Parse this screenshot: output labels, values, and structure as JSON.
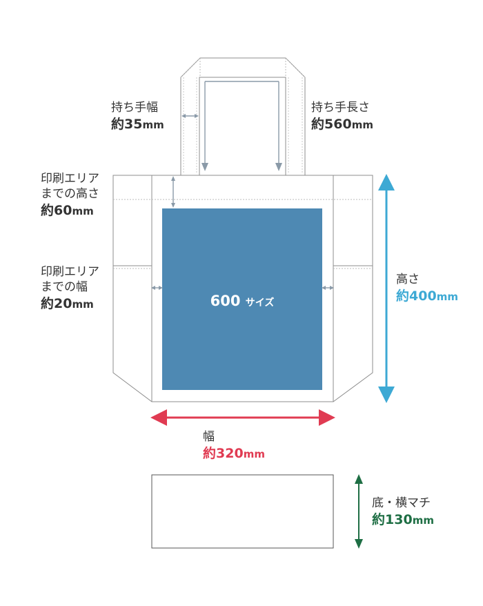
{
  "colors": {
    "outline": "#7f7f7f",
    "print_area": "#4e89b3",
    "height_arrow": "#3da9d4",
    "width_arrow": "#e03b52",
    "gusset_arrow": "#1e6e44",
    "dim_arrow": "#8a9aa8"
  },
  "labels": {
    "handle_width": {
      "title": "持ち手幅",
      "prefix": "約",
      "value": "35",
      "unit": "mm"
    },
    "handle_length": {
      "title": "持ち手長さ",
      "prefix": "約",
      "value": "560",
      "unit": "mm"
    },
    "print_top": {
      "line1": "印刷エリア",
      "line2": "までの高さ",
      "prefix": "約",
      "value": "60",
      "unit": "mm"
    },
    "print_side": {
      "line1": "印刷エリア",
      "line2": "までの幅",
      "prefix": "約",
      "value": "20",
      "unit": "mm"
    },
    "height": {
      "title": "高さ",
      "prefix": "約",
      "value": "400",
      "unit": "mm"
    },
    "width": {
      "title": "幅",
      "prefix": "約",
      "value": "320",
      "unit": "mm"
    },
    "gusset": {
      "title": "底・横マチ",
      "prefix": "約",
      "value": "130",
      "unit": "mm"
    }
  },
  "print_area": {
    "size": "600",
    "suffix": "サイズ"
  }
}
